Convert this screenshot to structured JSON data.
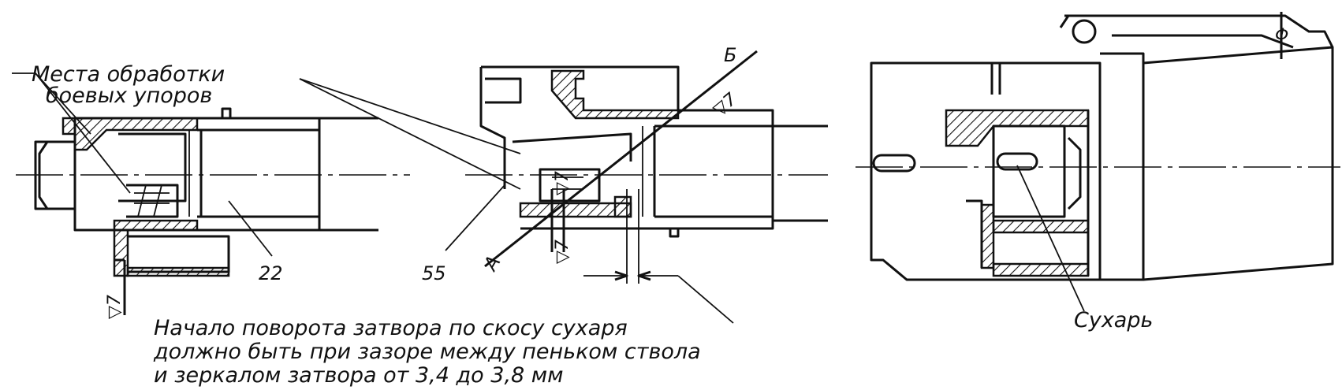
{
  "labels": {
    "machining_places_line1": "Места обработки",
    "machining_places_line2": "боевых упоров",
    "part_22": "22",
    "part_55": "55",
    "section_a": "А",
    "section_b": "Б",
    "finish_left": "▽7",
    "finish_mid_top": "▽7",
    "finish_mid_center": "▽7",
    "finish_mid_bottom": "▽7",
    "sukhar": "Сухарь",
    "marker_phi": "Φ"
  },
  "caption": {
    "line1": "Начало поворота затвора по скосу сухаря",
    "line2": "должно быть при зазоре между пеньком ствола",
    "line3": "и зеркалом затвора от 3,4 до 3,8 мм"
  }
}
